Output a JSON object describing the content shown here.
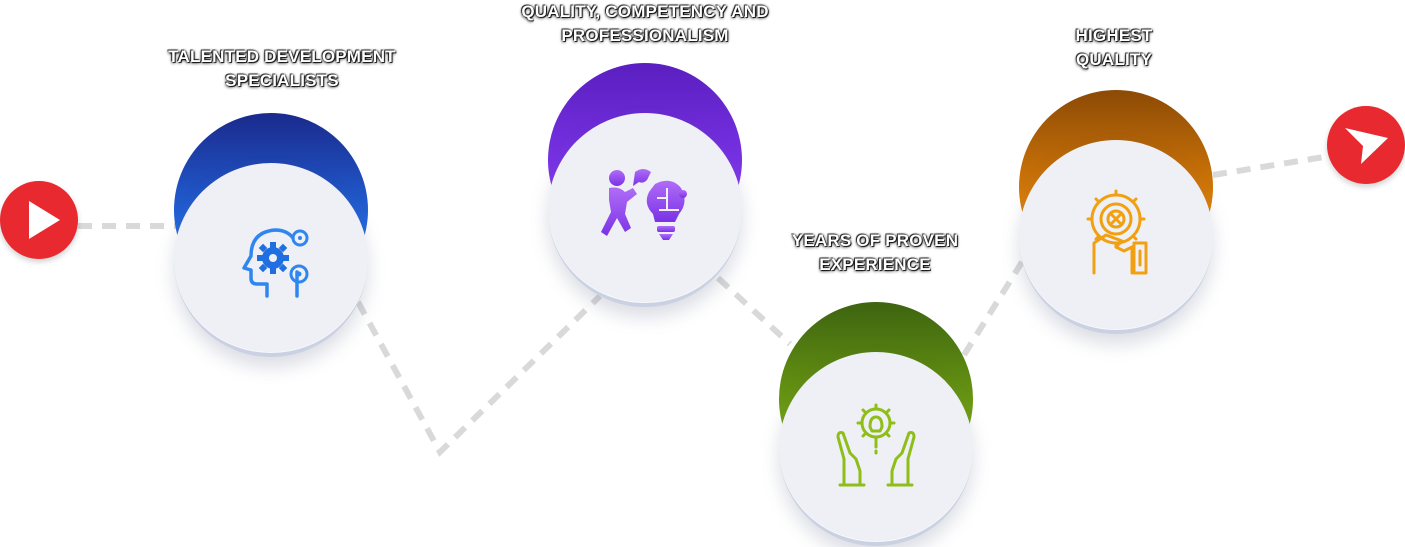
{
  "colors": {
    "endpoint": "#e8292f",
    "path": "#d9d9d9",
    "disc": "#eef0f5",
    "step1_accent": "#2f86f0",
    "step2_accent": "#8a45ee",
    "step3_accent": "#8fbe19",
    "step4_accent": "#f1a012"
  },
  "endpoints": {
    "start_icon": "play-icon",
    "end_icon": "send-arrow-icon"
  },
  "steps": [
    {
      "title_lines": [
        "TALENTED DEVELOPMENT",
        "SPECIALISTS"
      ],
      "icon": "head-gears-icon"
    },
    {
      "title_lines": [
        "QUALITY, COMPETENCY AND",
        "PROFESSIONALISM"
      ],
      "icon": "person-puzzle-bulb-icon"
    },
    {
      "title_lines": [
        "YEARS OF PROVEN",
        "EXPERIENCE"
      ],
      "icon": "hands-bulb-gear-icon"
    },
    {
      "title_lines": [
        "HIGHEST",
        "QUALITY"
      ],
      "icon": "hand-target-gear-icon"
    }
  ]
}
